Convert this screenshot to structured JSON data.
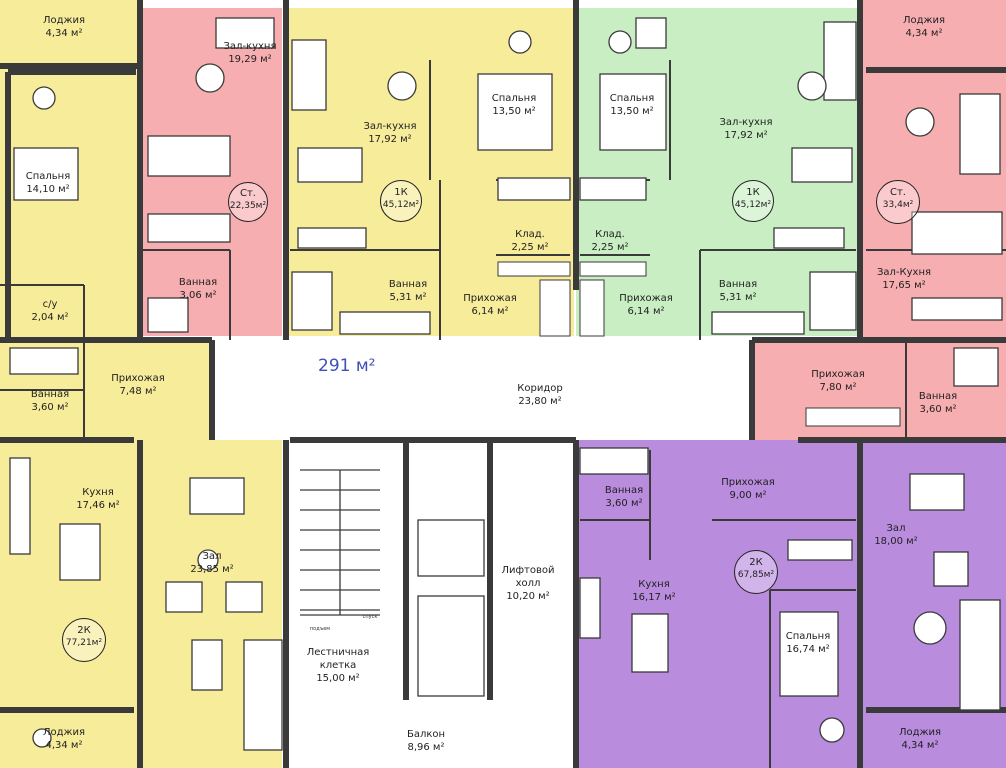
{
  "plan": {
    "total_area": "291 м²",
    "colors": {
      "yellow": "#f7ec9a",
      "pink": "#f7aeb1",
      "green": "#c9eec3",
      "purple": "#b98cde",
      "wall": "#3a3a3a"
    },
    "badges": {
      "st_left": {
        "type": "Ст.",
        "area": "22,35м²"
      },
      "k1_left": {
        "type": "1К",
        "area": "45,12м²"
      },
      "k1_right": {
        "type": "1К",
        "area": "45,12м²"
      },
      "st_right": {
        "type": "Ст.",
        "area": "33,4м²"
      },
      "k2_left": {
        "type": "2К",
        "area": "77,21м²"
      },
      "k2_right": {
        "type": "2К",
        "area": "67,85м²"
      }
    },
    "rooms": {
      "loggia_tl": {
        "name": "Лоджия",
        "area": "4,34 м²"
      },
      "zal_kuhnya_1": {
        "name": "Зал-кухня",
        "area": "19,29 м²"
      },
      "spalnya_tl": {
        "name": "Спальня",
        "area": "14,10 м²"
      },
      "zal_kuhnya_2": {
        "name": "Зал-кухня",
        "area": "17,92 м²"
      },
      "spalnya_c1": {
        "name": "Спальня",
        "area": "13,50 м²"
      },
      "spalnya_c2": {
        "name": "Спальня",
        "area": "13,50 м²"
      },
      "zal_kuhnya_3": {
        "name": "Зал-кухня",
        "area": "17,92 м²"
      },
      "loggia_tr": {
        "name": "Лоджия",
        "area": "4,34 м²"
      },
      "zal_kuhnya_4": {
        "name": "Зал-Кухня",
        "area": "17,65 м²"
      },
      "vannaya_1": {
        "name": "Ванная",
        "area": "3,06 м²"
      },
      "su": {
        "name": "с/у",
        "area": "2,04 м²"
      },
      "vannaya_2": {
        "name": "Ванная",
        "area": "5,31 м²"
      },
      "klad_1": {
        "name": "Клад.",
        "area": "2,25 м²"
      },
      "klad_2": {
        "name": "Клад.",
        "area": "2,25 м²"
      },
      "vannaya_3": {
        "name": "Ванная",
        "area": "5,31 м²"
      },
      "prihozh_1": {
        "name": "Прихожая",
        "area": "6,14 м²"
      },
      "prihozh_2": {
        "name": "Прихожая",
        "area": "6,14 м²"
      },
      "vannaya_4": {
        "name": "Ванная",
        "area": "3,60 м²"
      },
      "prihozh_3": {
        "name": "Прихожая",
        "area": "7,48 м²"
      },
      "koridor": {
        "name": "Коридор",
        "area": "23,80 м²"
      },
      "prihozh_4": {
        "name": "Прихожая",
        "area": "7,80 м²"
      },
      "vannaya_5": {
        "name": "Ванная",
        "area": "3,60 м²"
      },
      "kuhnya_1": {
        "name": "Кухня",
        "area": "17,46 м²"
      },
      "zal_1": {
        "name": "Зал",
        "area": "23,85 м²"
      },
      "vannaya_6": {
        "name": "Ванная",
        "area": "3,60 м²"
      },
      "prihozh_5": {
        "name": "Прихожая",
        "area": "9,00 м²"
      },
      "zal_2": {
        "name": "Зал",
        "area": "18,00 м²"
      },
      "lift_holl": {
        "name": "Лифтовой\nхолл",
        "area": "10,20 м²"
      },
      "kuhnya_2": {
        "name": "Кухня",
        "area": "16,17 м²"
      },
      "spalnya_br": {
        "name": "Спальня",
        "area": "16,74 м²"
      },
      "stair": {
        "name": "Лестничная\nклетка",
        "area": "15,00 м²"
      },
      "loggia_bl": {
        "name": "Лоджия",
        "area": "4,34 м²"
      },
      "balkon": {
        "name": "Балкон",
        "area": "8,96 м²"
      },
      "loggia_br": {
        "name": "Лоджия",
        "area": "4,34 м²"
      }
    },
    "stair_labels": {
      "down": "подъем",
      "up": "спуск"
    }
  }
}
